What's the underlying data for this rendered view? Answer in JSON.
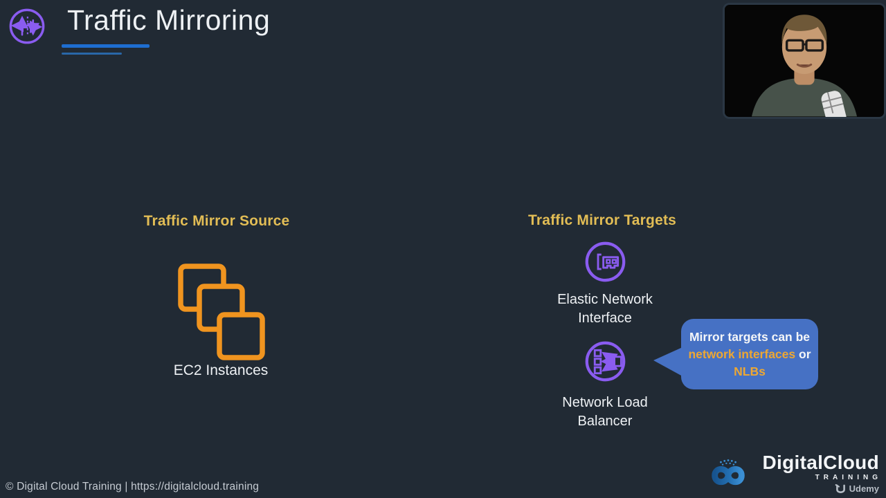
{
  "header": {
    "title": "Traffic Mirroring"
  },
  "source": {
    "heading": "Traffic Mirror Source",
    "label": "EC2 Instances"
  },
  "targets": {
    "heading": "Traffic Mirror Targets",
    "eni_label": "Elastic Network Interface",
    "nlb_label": "Network Load Balancer"
  },
  "callout": {
    "part1": "Mirror targets can be",
    "highlight1": "network interfaces",
    "part2": "or",
    "highlight2": "NLBs"
  },
  "footer": {
    "copyright": "© Digital Cloud Training  | https://digitalcloud.training",
    "brand_name": "DigitalCloud",
    "brand_sub": "TRAINING",
    "platform": "Udemy"
  },
  "icons": {
    "traffic_mirroring": "purple circle with mirrored arrows and dashed divider",
    "ec2_instances": "three overlapping orange rounded squares",
    "elastic_network_interface": "purple circle with network card",
    "network_load_balancer": "purple circle with square distributing arrows to three squares",
    "digital_cloud": "blue infinity swirl",
    "udemy": "stylized u mark",
    "webcam": "presenter video thumbnail"
  },
  "colors": {
    "background": "#212a34",
    "heading_gold": "#e2bd55",
    "ec2_orange": "#f0941f",
    "icon_purple": "#8a5cf0",
    "title_underline_blue": "#1e6ed0",
    "callout_blue": "#4671c4",
    "callout_highlight": "#eda733"
  }
}
